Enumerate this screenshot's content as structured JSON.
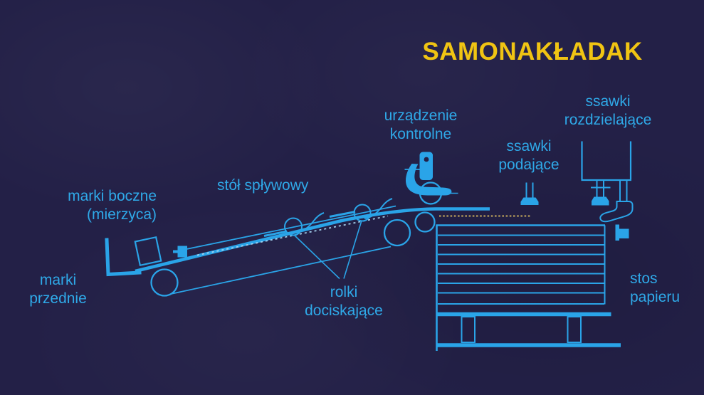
{
  "title": "SAMONAKŁADAK",
  "labels": {
    "urzadzenie_kontrolne": {
      "line1": "urządzenie",
      "line2": "kontrolne"
    },
    "ssawki_podajace": {
      "line1": "ssawki",
      "line2": "podające"
    },
    "ssawki_rozdzielajace": {
      "line1": "ssawki",
      "line2": "rozdzielające"
    },
    "stol_splywowy": {
      "line1": "stół spływowy"
    },
    "marki_boczne": {
      "line1": "marki boczne",
      "line2": "(mierzyca)"
    },
    "marki_przednie": {
      "line1": "marki",
      "line2": "przednie"
    },
    "rolki_dociskajace": {
      "line1": "rolki",
      "line2": "dociskające"
    },
    "stos_papieru": {
      "line1": "stos",
      "line2": "papieru"
    }
  },
  "colors": {
    "background": "#232047",
    "diagram_blue": "#2aa4e8",
    "label_blue": "#2fa9e8",
    "title_yellow": "#f0c413",
    "dotted_gold": "#a68e58",
    "dashed_light": "#a9d8f4"
  }
}
